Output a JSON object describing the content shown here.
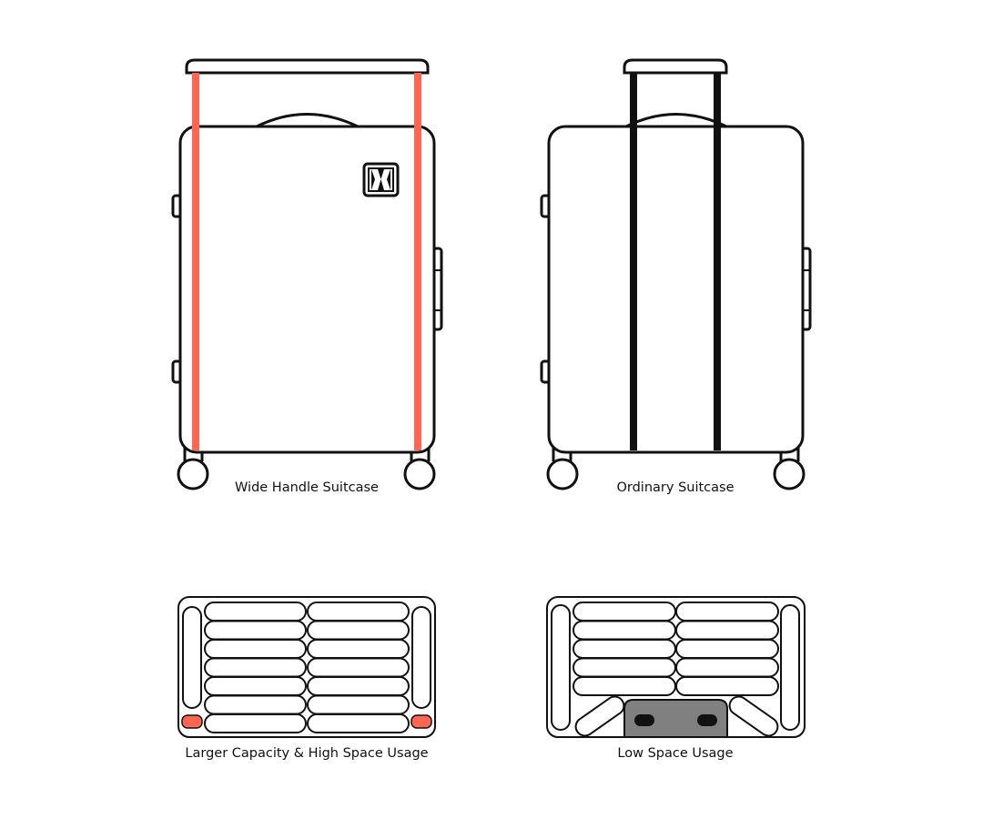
{
  "labels": {
    "wide_handle": "Wide Handle Suitcase",
    "ordinary": "Ordinary Suitcase",
    "large_capacity": "Larger Capacity & High Space Usage",
    "low_space": "Low Space Usage"
  },
  "colors": {
    "accent": "#FF6550",
    "outline": "#111111",
    "gray_block": "#808080"
  },
  "layout_counts": {
    "wide_rows": 7,
    "ordinary_rows": 5
  }
}
